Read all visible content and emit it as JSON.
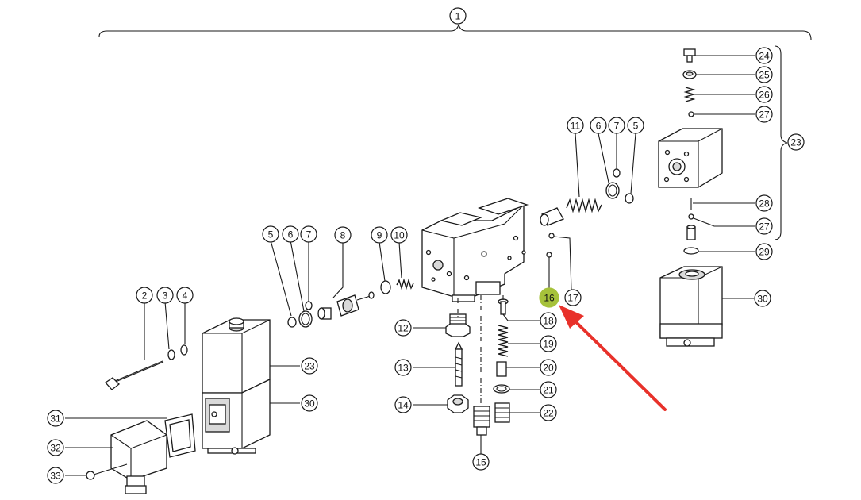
{
  "callouts": [
    {
      "label": "1"
    },
    {
      "label": "2"
    },
    {
      "label": "3"
    },
    {
      "label": "4"
    },
    {
      "label": "5"
    },
    {
      "label": "6"
    },
    {
      "label": "7"
    },
    {
      "label": "8"
    },
    {
      "label": "9"
    },
    {
      "label": "10"
    },
    {
      "label": "11"
    },
    {
      "label": "6"
    },
    {
      "label": "7"
    },
    {
      "label": "5"
    },
    {
      "label": "12"
    },
    {
      "label": "13"
    },
    {
      "label": "14"
    },
    {
      "label": "15"
    },
    {
      "label": "16"
    },
    {
      "label": "17"
    },
    {
      "label": "18"
    },
    {
      "label": "19"
    },
    {
      "label": "20"
    },
    {
      "label": "21"
    },
    {
      "label": "22"
    },
    {
      "label": "23"
    },
    {
      "label": "30"
    },
    {
      "label": "31"
    },
    {
      "label": "32"
    },
    {
      "label": "33"
    },
    {
      "label": "24"
    },
    {
      "label": "25"
    },
    {
      "label": "26"
    },
    {
      "label": "27"
    },
    {
      "label": "23"
    },
    {
      "label": "28"
    },
    {
      "label": "27"
    },
    {
      "label": "29"
    },
    {
      "label": "30"
    }
  ],
  "colors": {
    "highlight": "#a6c23a",
    "arrow": "#e8312a",
    "ink": "#1a1a1a"
  },
  "highlighted_part": "16"
}
